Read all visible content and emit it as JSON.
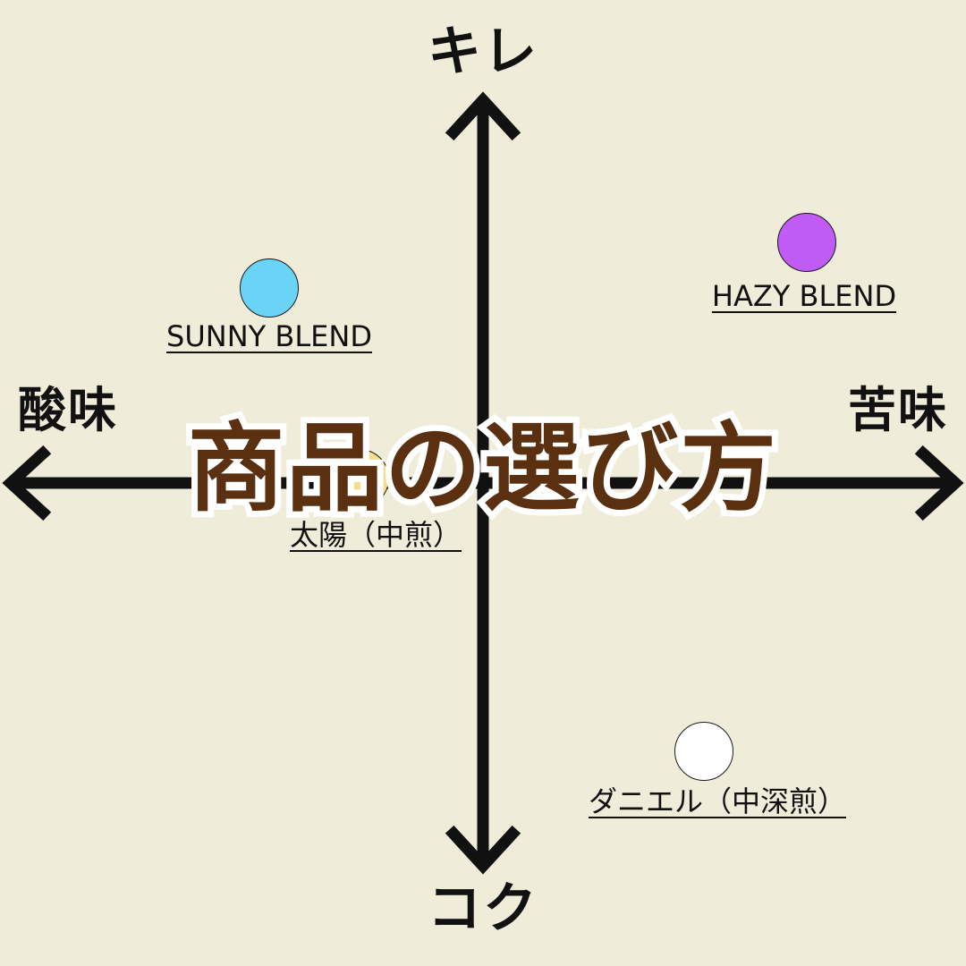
{
  "title": "商品の選び方",
  "axes": {
    "top": "キレ",
    "bottom": "コク",
    "left": "酸味",
    "right": "苦味"
  },
  "colors": {
    "background": "#f0ecda",
    "axis": "#111111",
    "title_fill": "#5a3010",
    "title_outline": "#ffffff"
  },
  "products": [
    {
      "name": "SUNNY BLEND",
      "color": "#6ad4f7"
    },
    {
      "name": "HAZY BLEND",
      "color": "#c05cf5"
    },
    {
      "name": "太陽（中煎）",
      "color": "#f3de8a"
    },
    {
      "name": "ダニエル（中深煎）",
      "color": "#ffffff"
    }
  ]
}
